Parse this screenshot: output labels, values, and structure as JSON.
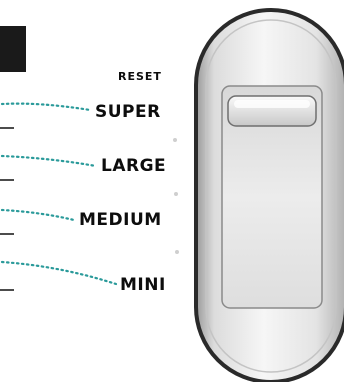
{
  "reset_label": "RESET",
  "sizes": [
    {
      "label": "SUPER"
    },
    {
      "label": "LARGE"
    },
    {
      "label": "MEDIUM"
    },
    {
      "label": "MINI"
    }
  ],
  "selected_size": "SUPER",
  "colors": {
    "leader_dots": "#2a9a9a",
    "label_text": "#0d0d0d",
    "switch_body": "#e8e8e8",
    "switch_outline": "#2a2a2a"
  }
}
